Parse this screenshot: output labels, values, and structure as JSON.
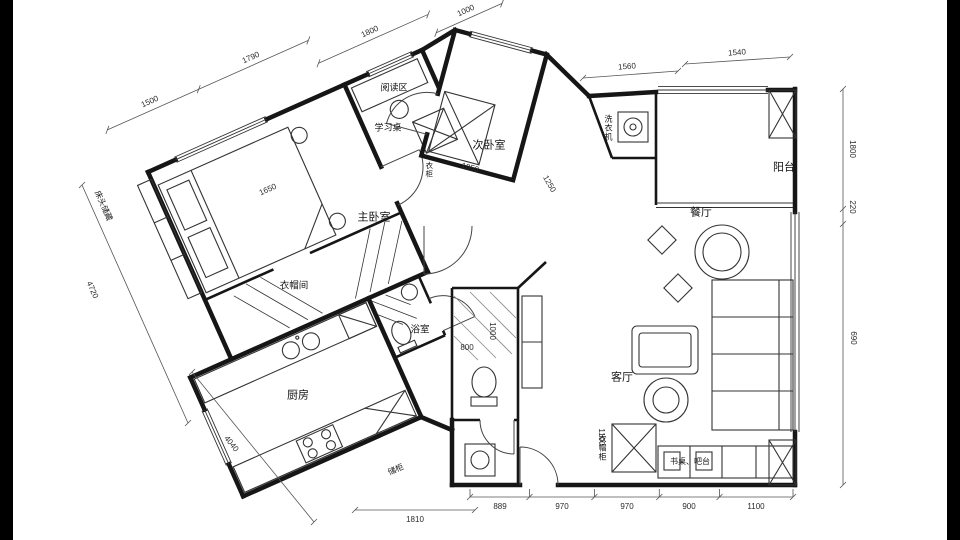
{
  "rooms": {
    "master_bedroom": "主卧室",
    "second_bedroom": "次卧室",
    "reading_area": "阅读区",
    "study_desk": "学习桌",
    "walk_in_closet": "衣帽间",
    "bathroom": "浴室",
    "kitchen": "厨房",
    "living_room": "客厅",
    "dining_room": "餐厅",
    "balcony": "阳台",
    "washing_machine": "洗衣机",
    "wardrobe_cabinet": "衣帽柜",
    "desk_bar": "书桌、吧台",
    "bedside_storage": "床头储藏",
    "storage_cabinet": "储柜",
    "wardrobe": "衣柜"
  },
  "dims": {
    "top_left": [
      "1500",
      "1790"
    ],
    "top": [
      "1800",
      "1000"
    ],
    "upper_right": [
      "1560",
      "1540"
    ],
    "right": [
      "1800",
      "220",
      "690"
    ],
    "left": [
      "4720",
      "4040"
    ],
    "bottom_edge": [
      "1810"
    ],
    "bottom": [
      "889",
      "970",
      "970",
      "900",
      "1100"
    ],
    "interior": [
      "1650",
      "1050",
      "1250",
      "1000",
      "800",
      "1100"
    ]
  },
  "colors": {
    "wall": "#161616",
    "furniture": "#333333",
    "dimension": "#555555",
    "background": "#ffffff",
    "edge_bar": "#000000"
  }
}
